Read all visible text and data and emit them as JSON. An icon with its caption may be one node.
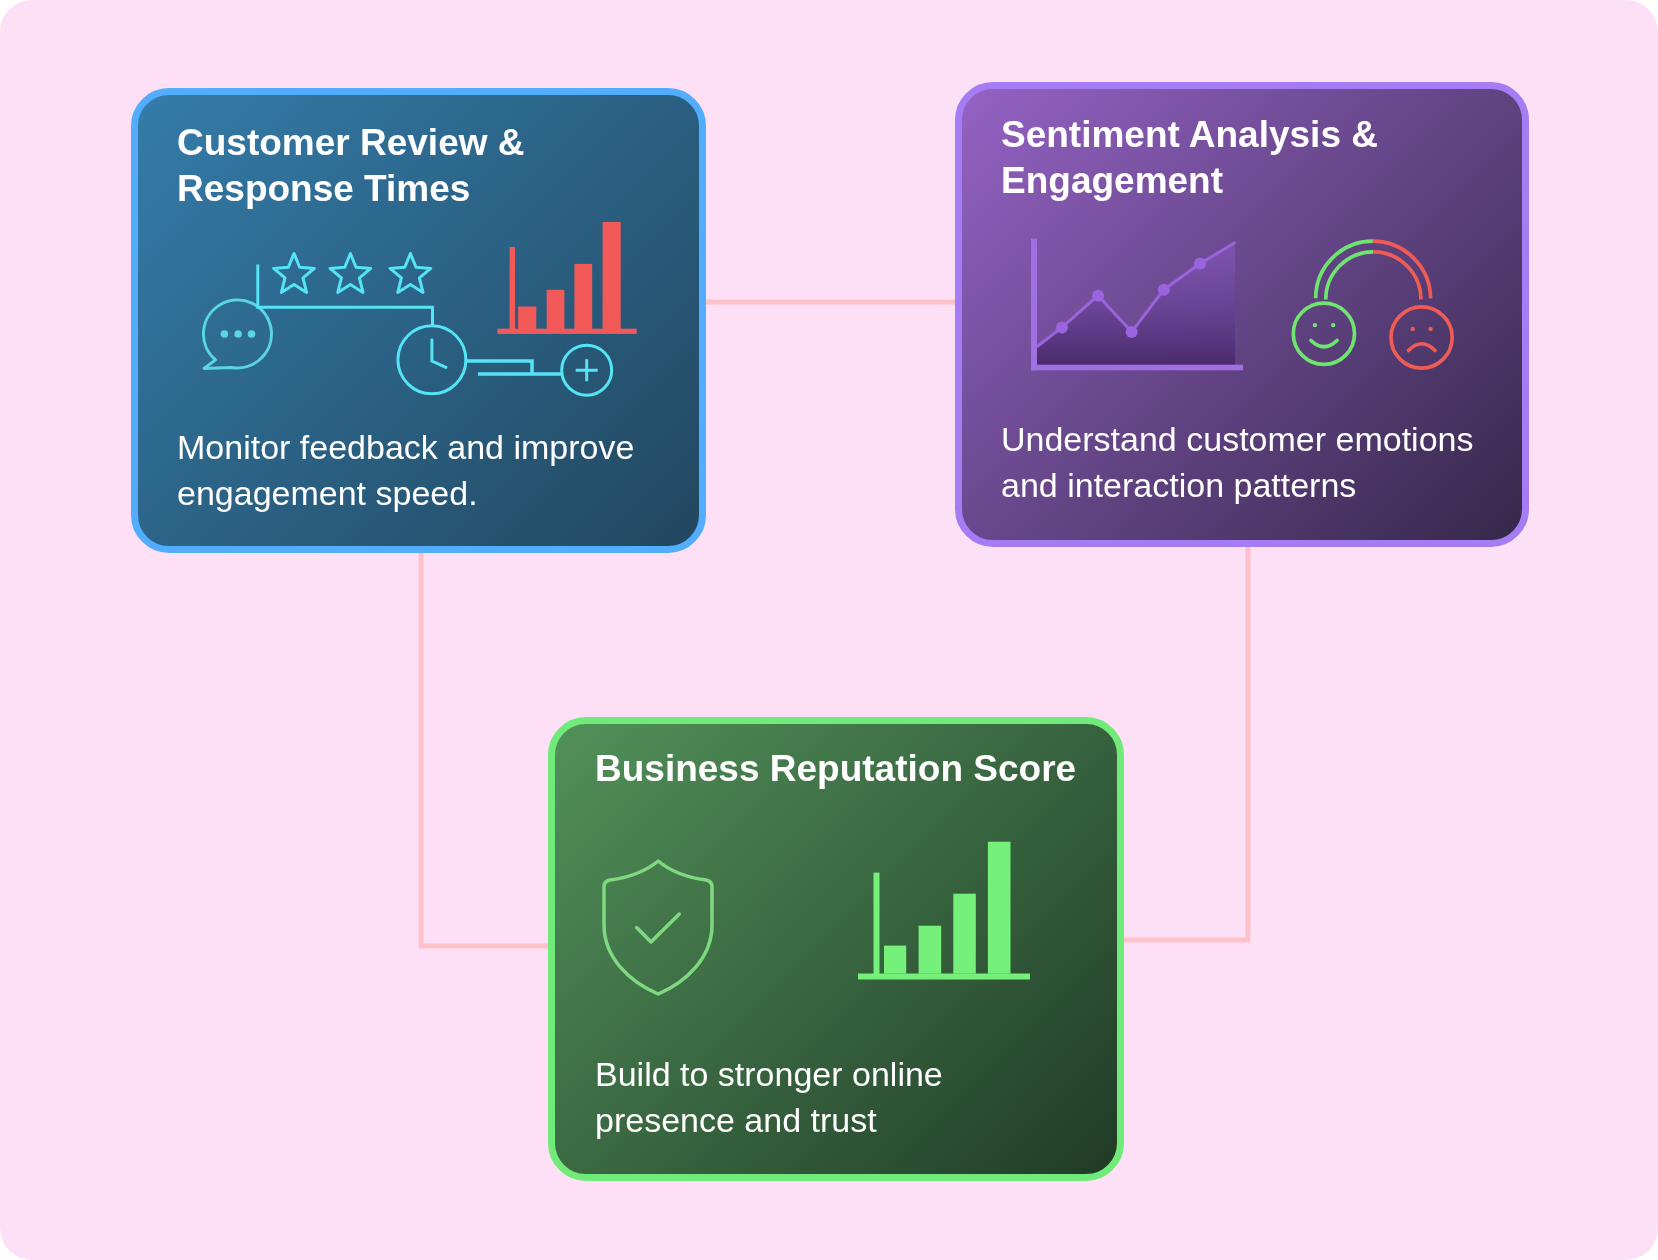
{
  "diagram": {
    "nodes": [
      {
        "text": [
          "Customer Review & Response Times",
          "Monitor feedback and improve engagement speed."
        ]
      },
      {
        "text": [
          "Sentiment Analysis & Engagement",
          "Understand customer emotions and interaction patterns"
        ]
      },
      {
        "text": [
          "Business Reputation Score",
          "Build to stronger online presence and trust"
        ]
      }
    ],
    "edges": [
      {
        "from": 0,
        "to": 1,
        "arrow": "none"
      },
      {
        "from": 0,
        "to": 2,
        "arrow": "none"
      },
      {
        "from": 1,
        "to": 2,
        "arrow": "none"
      }
    ]
  }
}
